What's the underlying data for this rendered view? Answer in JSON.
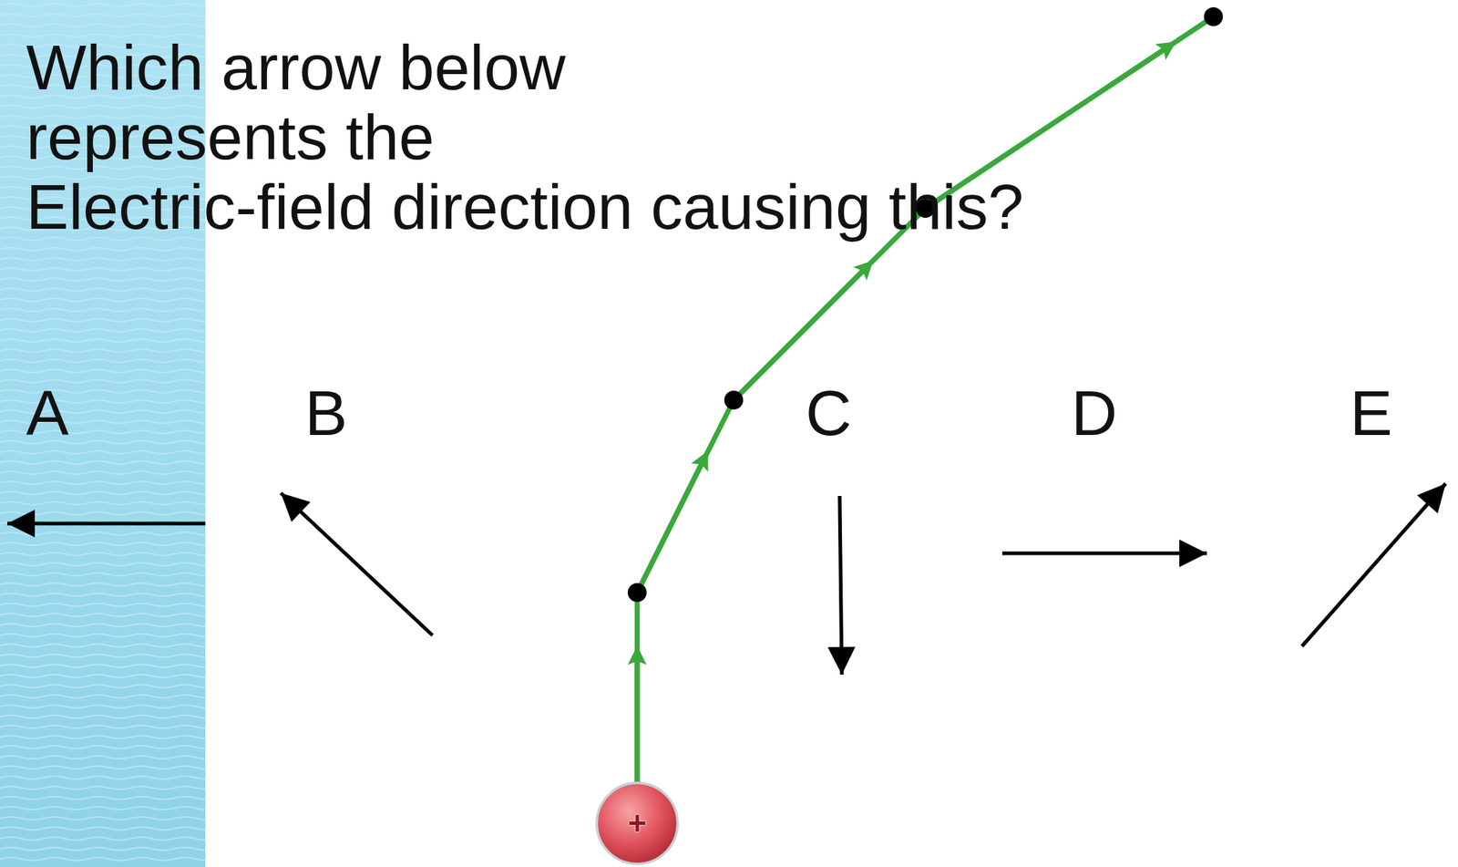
{
  "diagram": {
    "nodes": [
      {
        "text": [
          "+"
        ]
      }
    ],
    "labels": [
      "Which arrow below represents the Electric-field direction causing this?",
      "A",
      "B",
      "C",
      "D",
      "E"
    ]
  }
}
